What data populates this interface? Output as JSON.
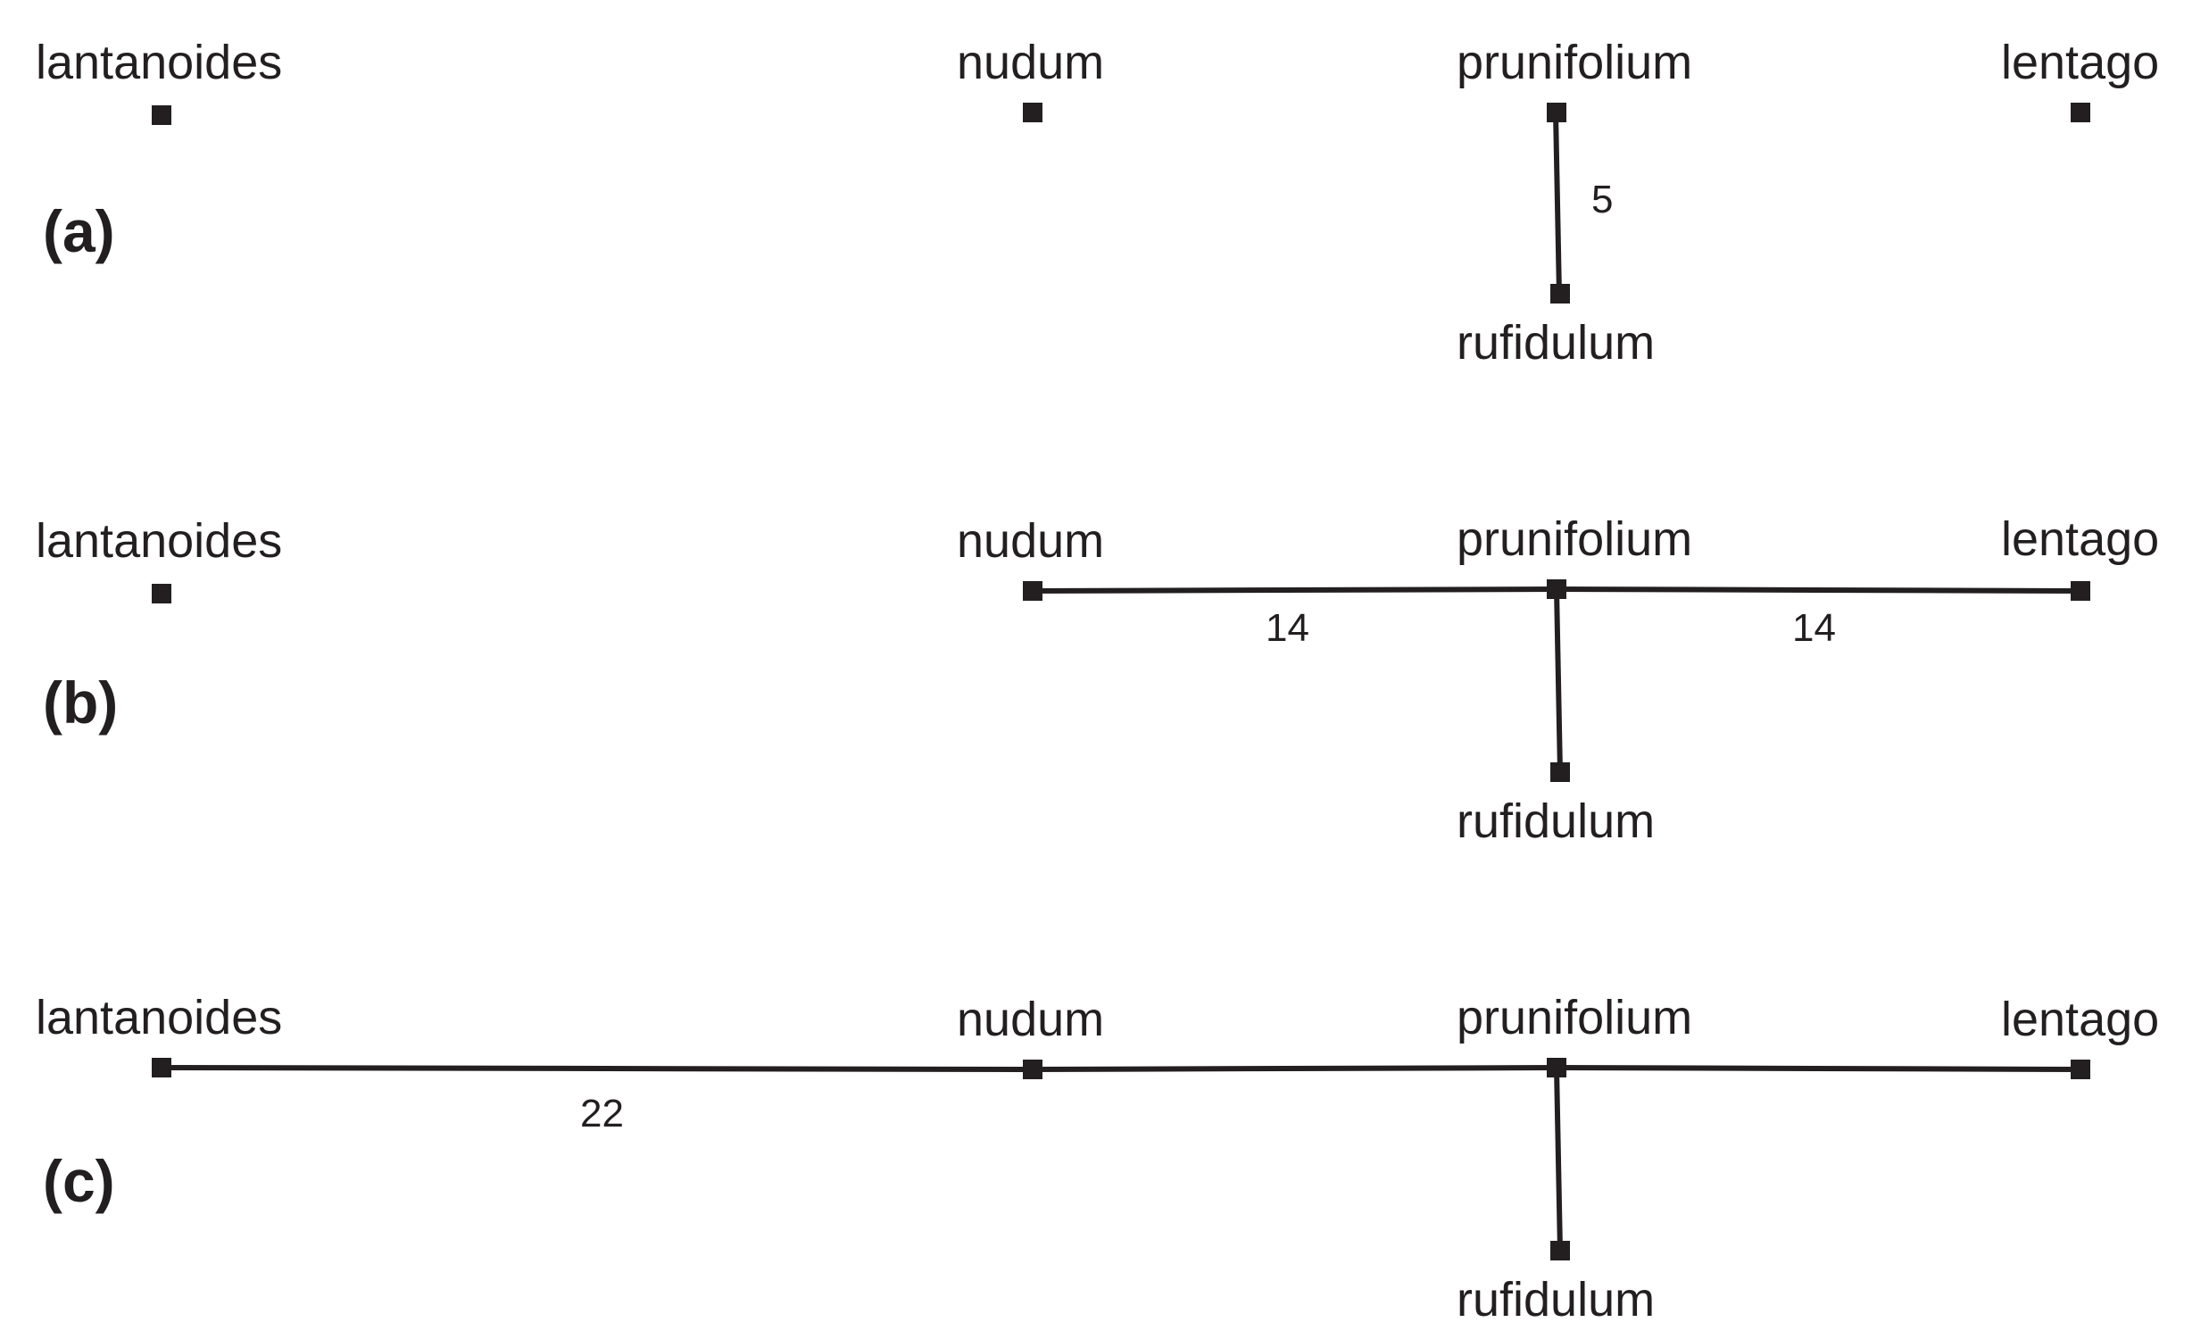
{
  "colors": {
    "ink": "#231f20",
    "background": "#ffffff"
  },
  "nodes": {
    "lantanoides": "lantanoides",
    "nudum": "nudum",
    "prunifolium": "prunifolium",
    "lentago": "lentago",
    "rufidulum": "rufidulum"
  },
  "panels": [
    {
      "label": "(a)",
      "edges": [
        {
          "from": "prunifolium",
          "to": "rufidulum",
          "weight": "5"
        }
      ]
    },
    {
      "label": "(b)",
      "edges": [
        {
          "from": "nudum",
          "to": "prunifolium",
          "weight": "14"
        },
        {
          "from": "prunifolium",
          "to": "lentago",
          "weight": "14"
        },
        {
          "from": "prunifolium",
          "to": "rufidulum",
          "weight": ""
        }
      ]
    },
    {
      "label": "(c)",
      "edges": [
        {
          "from": "lantanoides",
          "to": "nudum",
          "weight": "22"
        },
        {
          "from": "nudum",
          "to": "prunifolium",
          "weight": ""
        },
        {
          "from": "prunifolium",
          "to": "lentago",
          "weight": ""
        },
        {
          "from": "prunifolium",
          "to": "rufidulum",
          "weight": ""
        }
      ]
    }
  ]
}
